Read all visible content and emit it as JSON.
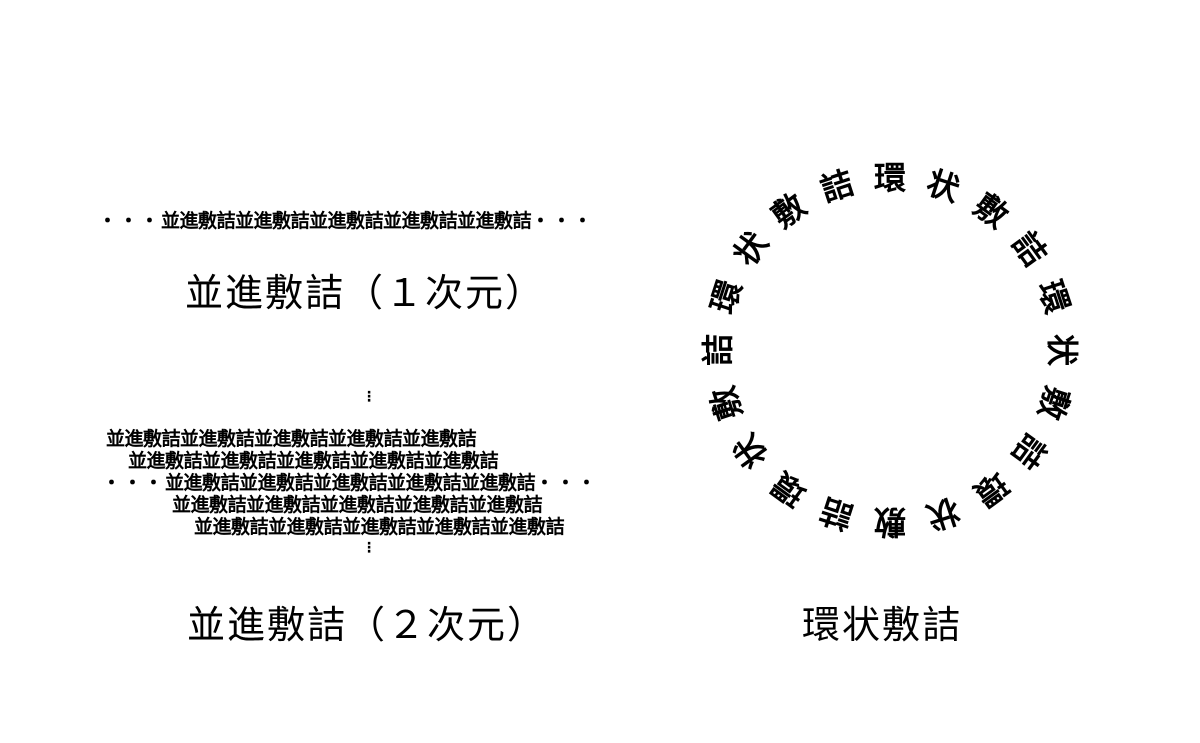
{
  "one_dimensional": {
    "dots_left": "・・・",
    "sequence": "並進敷詰並進敷詰並進敷詰並進敷詰並進敷詰",
    "dots_right": "・・・",
    "caption": "並進敷詰（１次元）"
  },
  "two_dimensional": {
    "vertical_dots": "⋮",
    "rows": [
      {
        "prefix": "",
        "text": "並進敷詰並進敷詰並進敷詰並進敷詰並進敷詰",
        "suffix": ""
      },
      {
        "prefix": "",
        "text": "並進敷詰並進敷詰並進敷詰並進敷詰並進敷詰",
        "suffix": ""
      },
      {
        "prefix": "・・・",
        "text": "並進敷詰並進敷詰並進敷詰並進敷詰並進敷詰",
        "suffix": "・・・"
      },
      {
        "prefix": "",
        "text": "並進敷詰並進敷詰並進敷詰並進敷詰並進敷詰",
        "suffix": ""
      },
      {
        "prefix": "",
        "text": "並進敷詰並進敷詰並進敷詰並進敷詰並進敷詰",
        "suffix": ""
      }
    ],
    "caption": "並進敷詰（２次元）"
  },
  "ring": {
    "sequence": "環状敷詰環状敷詰環状敷詰環状敷詰環状敷詰",
    "caption": "環状敷詰"
  }
}
